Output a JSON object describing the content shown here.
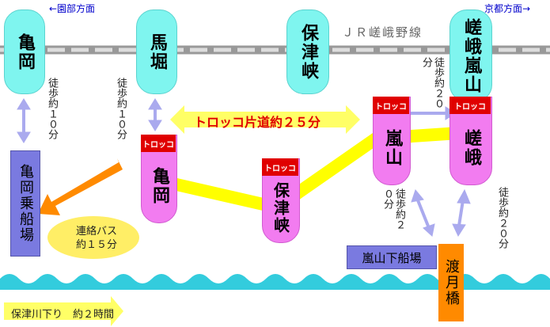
{
  "directions": {
    "left": "←園部方面",
    "right": "京都方面→"
  },
  "jr_line": "ＪＲ嵯峨野線",
  "jr_stations": {
    "kameoka": "亀岡",
    "umahori": "馬堀",
    "hozukyo": "保津峡",
    "saga_arashiyama": "嵯峨嵐山"
  },
  "torokko_badge": "トロッコ",
  "torokko_stations": {
    "kameoka": "亀岡",
    "hozukyo": "保津峡",
    "arashiyama": "嵐山",
    "saga": "嵯峨"
  },
  "torokko_banner": "トロッコ片道約２５分",
  "walk": {
    "kameoka": "徒歩約１０分",
    "umahori": "徒歩約１０分",
    "arashiyama_saga": "徒歩約２０分",
    "arashiyama_pier": "徒歩約２０分",
    "saga_bridge": "徒歩約２０分"
  },
  "kameoka_pier": "亀岡乗船場",
  "bus": {
    "line1": "連絡バス",
    "line2": "約１５分"
  },
  "arashiyama_pier": "嵐山下船場",
  "togetsukyo": "渡月橋",
  "river": "保津川下り　約２時間",
  "colors": {
    "jr": "#7ff5ef",
    "torokko": "#f27cf0",
    "badge": "#e00000",
    "route": "#ffff00",
    "arrow": "#aaaaee",
    "pier": "#7a7ae0",
    "bus": "#ff8a00"
  }
}
